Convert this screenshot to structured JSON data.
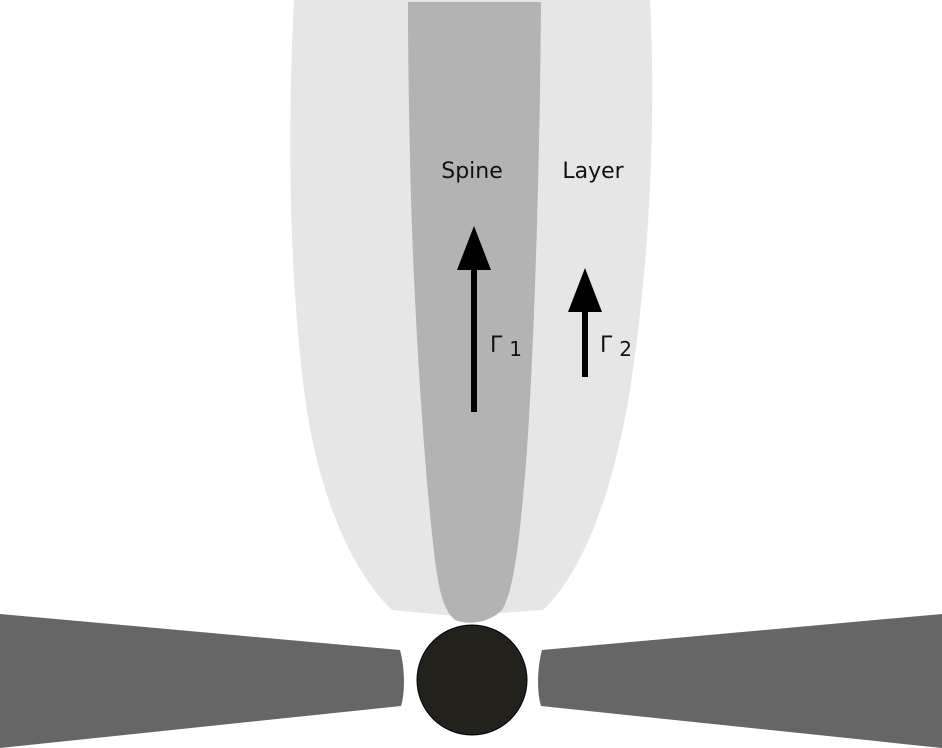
{
  "labels": {
    "spine": "Spine",
    "layer": "Layer",
    "gamma1": {
      "symbol": "Γ",
      "subscript": "1"
    },
    "gamma2": {
      "symbol": "Γ",
      "subscript": "2"
    }
  },
  "colors": {
    "background": "#ffffff",
    "layer_region": "#e6e6e6",
    "spine_region": "#b3b3b3",
    "wedges": "#666666",
    "central_body": "#22211c",
    "arrows": "#000000"
  }
}
